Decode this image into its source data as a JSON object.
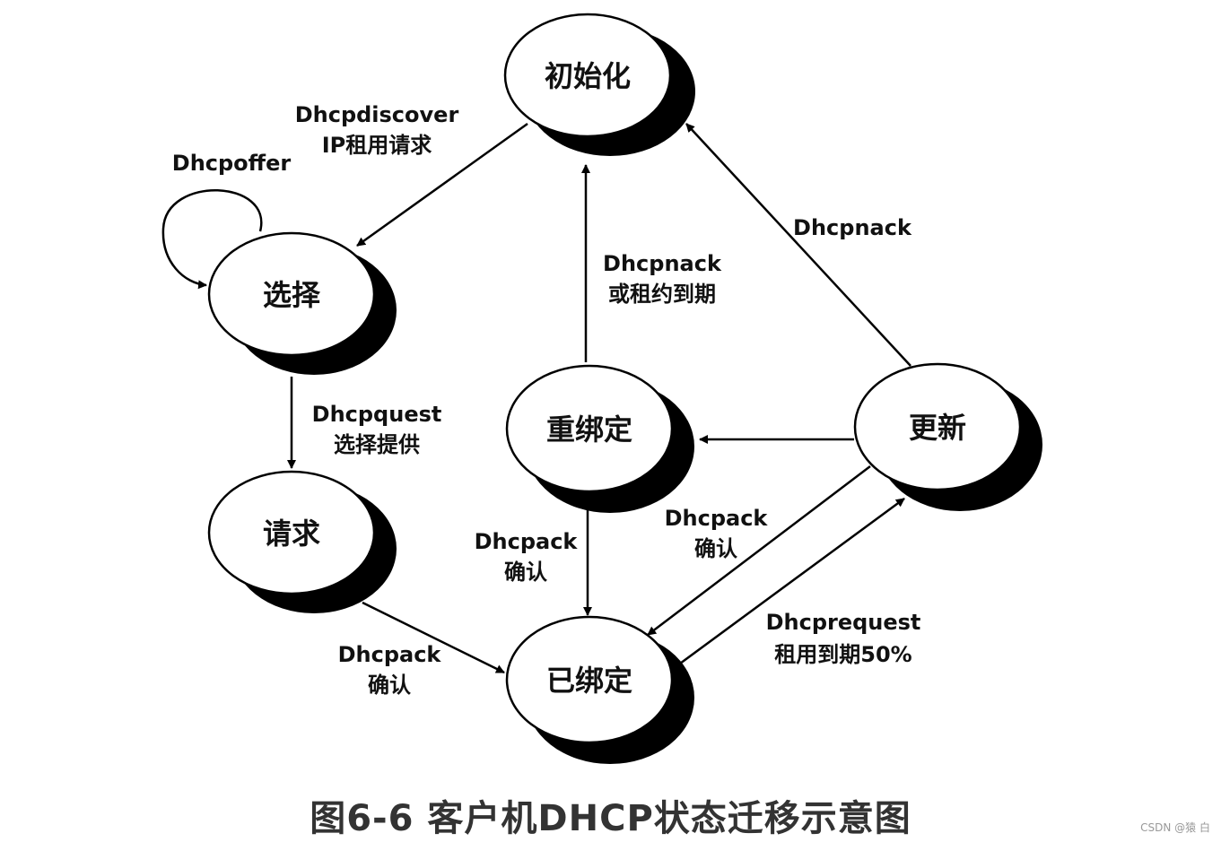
{
  "states": {
    "init": "初始化",
    "select": "选择",
    "request": "请求",
    "rebind": "重绑定",
    "renew": "更新",
    "bound": "已绑定"
  },
  "edges": {
    "discover": [
      "Dhcpdiscover",
      "IP租用请求"
    ],
    "offer": [
      "Dhcpoffer"
    ],
    "quest": [
      "Dhcpquest",
      "选择提供"
    ],
    "request_ack": [
      "Dhcpack",
      "确认"
    ],
    "rebind_nack": [
      "Dhcpnack",
      "或租约到期"
    ],
    "rebind_ack": [
      "Dhcpack",
      "确认"
    ],
    "renew_nack": [
      "Dhcpnack"
    ],
    "renew_ack": [
      "Dhcpack",
      "确认"
    ],
    "bound_request": [
      "Dhcprequest",
      "租用到期50%"
    ]
  },
  "caption": "图6-6  客户机DHCP状态迁移示意图",
  "watermark": "CSDN @猿 白"
}
